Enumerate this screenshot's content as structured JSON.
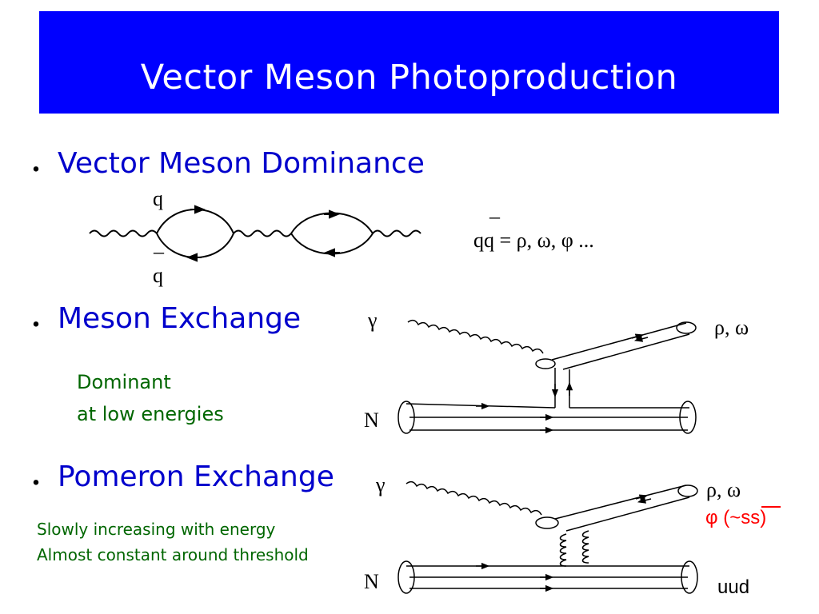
{
  "slide": {
    "title": "Vector Meson Photoproduction"
  },
  "bullets": [
    {
      "marker": "・",
      "text": "Vector Meson Dominance"
    },
    {
      "marker": "・",
      "text": "Meson Exchange"
    },
    {
      "marker": "・",
      "text": "Pomeron Exchange"
    }
  ],
  "vmd": {
    "quark_label": "q",
    "antiquark_label": "q",
    "equation": "qq = ρ, ω, φ ..."
  },
  "meson_exchange": {
    "note_line1": "Dominant",
    "note_line2": "at low energies",
    "photon_label": "γ",
    "nucleon_label": "N",
    "products_label": "ρ, ω"
  },
  "pomeron_exchange": {
    "note_line1": "Slowly increasing with energy",
    "note_line2": "Almost constant around threshold",
    "photon_label": "γ",
    "nucleon_label": "N",
    "products_label": "ρ, ω",
    "phi_label": "φ (~ss)",
    "uud_label": "uud"
  },
  "colors": {
    "title_bg": "#0000ff",
    "bullet_text": "#0000cc",
    "note_text": "#006600",
    "phi_text": "#ff0000"
  }
}
